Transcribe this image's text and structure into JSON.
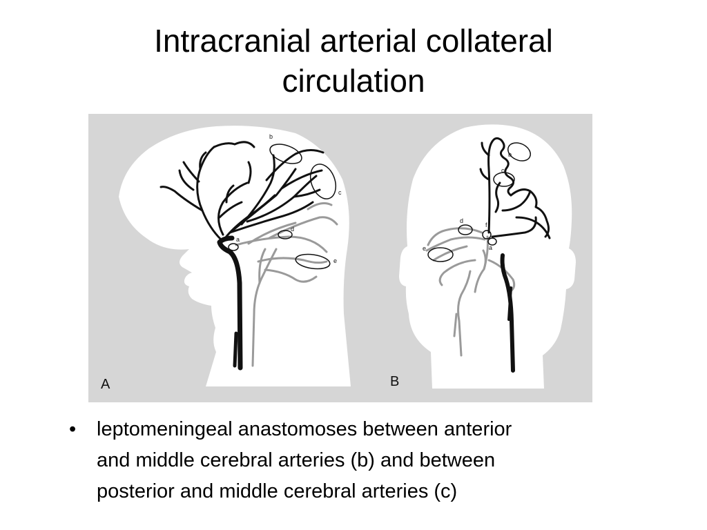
{
  "slide": {
    "title_line1": "Intracranial arterial collateral",
    "title_line2": "circulation"
  },
  "figure": {
    "panel_a_label": "A",
    "panel_b_label": "B",
    "markers_a": [
      "a",
      "b",
      "c",
      "d",
      "e"
    ],
    "markers_b": [
      "a",
      "b",
      "c",
      "d",
      "e",
      "f"
    ],
    "colors": {
      "panel_background": "#d6d6d6",
      "head": "#ffffff",
      "artery_dark": "#111111",
      "artery_gray": "#9a9a9a"
    }
  },
  "bullets": [
    {
      "line1": "leptomeningeal anastomoses between anterior",
      "line2": "and middle cerebral arteries (b) and between",
      "line3": "posterior and middle cerebral arteries (c)"
    }
  ]
}
